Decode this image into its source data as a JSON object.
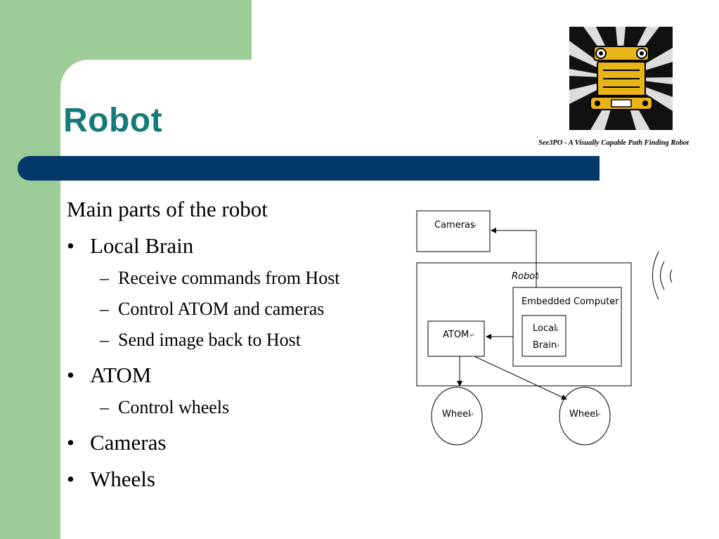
{
  "slide": {
    "title": "Robot",
    "subtitle": "See3PO - A Visually Capable Path Finding Robot"
  },
  "content": {
    "heading": "Main parts of the robot",
    "bullets": [
      {
        "text": "Local Brain",
        "subitems": [
          "Receive commands from Host",
          "Control ATOM and cameras",
          "Send image back to Host"
        ]
      },
      {
        "text": "ATOM",
        "subitems": [
          "Control wheels"
        ]
      },
      {
        "text": "Cameras",
        "subitems": []
      },
      {
        "text": "Wheels",
        "subitems": []
      }
    ]
  },
  "diagram": {
    "cameras": "Cameras",
    "robot": "Robot",
    "embedded_computer": "Embedded Computer",
    "local_brain_line1": "Local",
    "local_brain_line2": "Brain",
    "atom": "ATOM",
    "wheel_left": "Wheel",
    "wheel_right": "Wheel"
  },
  "colors": {
    "accent_green": "#9ccc98",
    "title_teal": "#157a78",
    "bar_blue": "#04386b"
  },
  "icons": {
    "logo": "robot-logo-icon",
    "wireless": "wireless-signal-icon"
  }
}
